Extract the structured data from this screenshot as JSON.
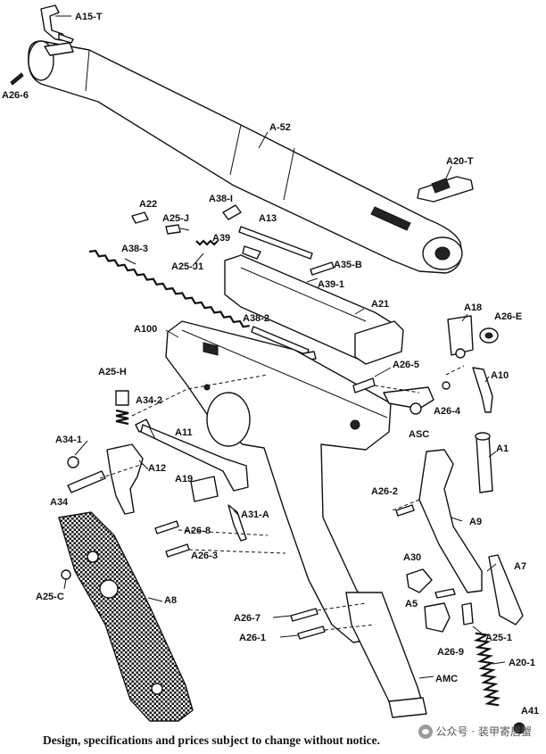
{
  "labels": {
    "a15t": "A15-T",
    "a266": "A26-6",
    "a52": "A-52",
    "a20t": "A20-T",
    "a22": "A22",
    "a38i": "A38-I",
    "a25j": "A25-J",
    "a13": "A13",
    "a39": "A39",
    "a25j1": "A25-J1",
    "a35b": "A35-B",
    "a383": "A38-3",
    "a391": "A39-1",
    "a21": "A21",
    "a382": "A38-2",
    "a100": "A100",
    "a18": "A18",
    "a26e": "A26-E",
    "a265": "A26-5",
    "a10": "A10",
    "a25h": "A25-H",
    "a342": "A34-2",
    "a264": "A26-4",
    "asc": "ASC",
    "a11": "A11",
    "a1": "A1",
    "a341": "A34-1",
    "a12": "A12",
    "a34": "A34",
    "a19": "A19",
    "a262": "A26-2",
    "a31a": "A31-A",
    "a9": "A9",
    "a268": "A26-8",
    "a263": "A26-3",
    "a7": "A7",
    "a30": "A30",
    "a25c": "A25-C",
    "a8": "A8",
    "a5": "A5",
    "a267": "A26-7",
    "a261": "A26-1",
    "a269": "A26-9",
    "a251": "A25-1",
    "a201": "A20-1",
    "amc": "AMC",
    "a41": "A41"
  },
  "footer_text": "Design, specifications and prices subject to change without notice.",
  "watermark": {
    "text": "公众号 · 装甲寄居蟹",
    "icon": "wechat-icon"
  }
}
